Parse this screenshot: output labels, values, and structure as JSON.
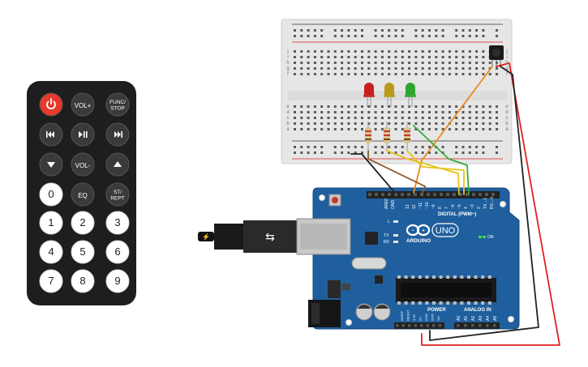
{
  "remote": {
    "buttons": [
      {
        "key": "power",
        "label": "",
        "icon": "power-icon",
        "color": "#e8392b"
      },
      {
        "key": "vol_up",
        "label": "VOL+"
      },
      {
        "key": "func_stop",
        "label": "FUNC/",
        "label2": "STOP"
      },
      {
        "key": "prev",
        "label": "",
        "icon": "skip-back-icon"
      },
      {
        "key": "play_pause",
        "label": "",
        "icon": "play-pause-icon"
      },
      {
        "key": "next",
        "label": "",
        "icon": "skip-forward-icon"
      },
      {
        "key": "down",
        "label": "",
        "icon": "arrow-down-icon"
      },
      {
        "key": "vol_down",
        "label": "VOL-"
      },
      {
        "key": "up",
        "label": "",
        "icon": "arrow-up-icon"
      },
      {
        "key": "zero",
        "label": "0",
        "light": true
      },
      {
        "key": "eq",
        "label": "EQ"
      },
      {
        "key": "st_rept",
        "label": "ST/",
        "label2": "REPT"
      },
      {
        "key": "one",
        "label": "1",
        "light": true
      },
      {
        "key": "two",
        "label": "2",
        "light": true
      },
      {
        "key": "three",
        "label": "3",
        "light": true
      },
      {
        "key": "four",
        "label": "4",
        "light": true
      },
      {
        "key": "five",
        "label": "5",
        "light": true
      },
      {
        "key": "six",
        "label": "6",
        "light": true
      },
      {
        "key": "seven",
        "label": "7",
        "light": true
      },
      {
        "key": "eight",
        "label": "8",
        "light": true
      },
      {
        "key": "nine",
        "label": "9",
        "light": true
      }
    ]
  },
  "breadboard": {
    "row_letters": [
      "j",
      "i",
      "h",
      "g",
      "f",
      "e",
      "d",
      "c",
      "b",
      "a"
    ],
    "leds": [
      {
        "name": "red",
        "color": "#c81e1e"
      },
      {
        "name": "yellow",
        "color": "#b79a16"
      },
      {
        "name": "green",
        "color": "#2fa52f"
      }
    ]
  },
  "arduino": {
    "brand": "ARDUINO",
    "model": "UNO",
    "digital_label": "DIGITAL (PWM~)",
    "power_label": "POWER",
    "analog_label": "ANALOG IN",
    "on_label": "ON",
    "tx_label": "TX",
    "rx_label": "RX",
    "l_label": "L",
    "aref_label": "AREF",
    "gnd_label": "GND",
    "digital_pins": [
      "13",
      "12",
      "~11",
      "~10",
      "~9",
      "8",
      "7",
      "~6",
      "~5",
      "4",
      "~3",
      "2",
      "TX→1",
      "RX←0"
    ],
    "power_pins": [
      "IOREF",
      "RESET",
      "3.3V",
      "5V",
      "GND",
      "GND",
      "Vin"
    ],
    "analog_pins": [
      "A0",
      "A1",
      "A2",
      "A3",
      "A4",
      "A5"
    ]
  },
  "colors": {
    "remote_body": "#1e1e1e",
    "remote_button": "#3a3a3a",
    "breadboard": "#e6e6e6",
    "board": "#1f5f9e",
    "wire_orange": "#e8891c",
    "wire_red": "#e02020",
    "wire_black": "#222222",
    "wire_brown": "#8a5a2a",
    "wire_yellow": "#e6c41c",
    "wire_green": "#3aa83a"
  }
}
